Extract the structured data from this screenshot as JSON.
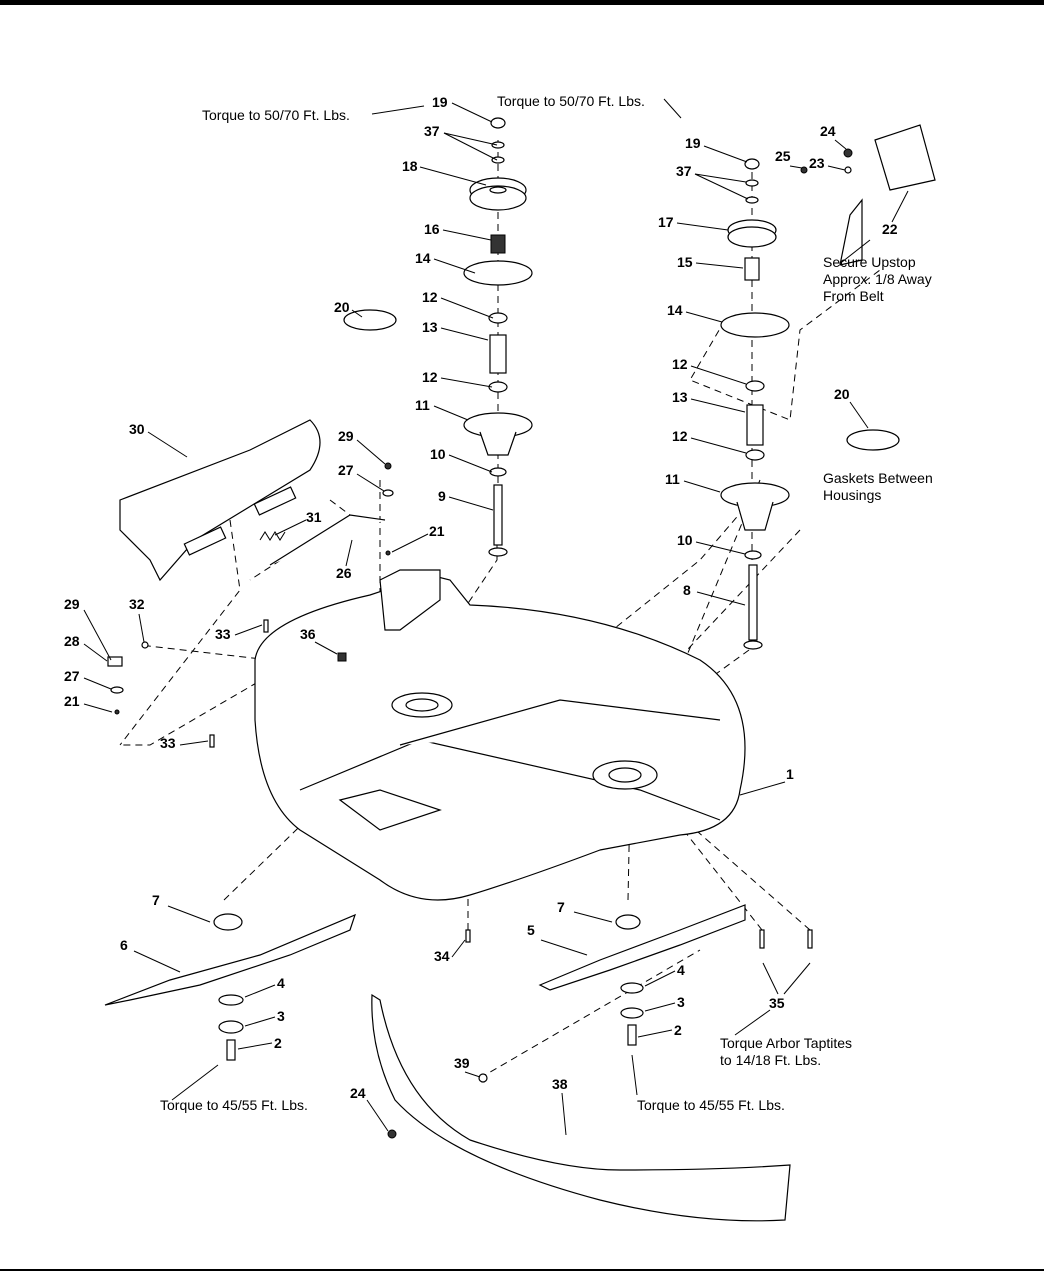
{
  "diagram": {
    "callouts": [
      {
        "label": "19"
      },
      {
        "label": "37"
      },
      {
        "label": "18"
      },
      {
        "label": "16"
      },
      {
        "label": "14"
      },
      {
        "label": "12"
      },
      {
        "label": "13"
      },
      {
        "label": "12"
      },
      {
        "label": "11"
      },
      {
        "label": "10"
      },
      {
        "label": "9"
      },
      {
        "label": "20"
      },
      {
        "label": "30"
      },
      {
        "label": "29"
      },
      {
        "label": "27"
      },
      {
        "label": "31"
      },
      {
        "label": "21"
      },
      {
        "label": "26"
      },
      {
        "label": "29"
      },
      {
        "label": "32"
      },
      {
        "label": "28"
      },
      {
        "label": "27"
      },
      {
        "label": "21"
      },
      {
        "label": "33"
      },
      {
        "label": "36"
      },
      {
        "label": "33"
      },
      {
        "label": "19"
      },
      {
        "label": "37"
      },
      {
        "label": "17"
      },
      {
        "label": "15"
      },
      {
        "label": "25"
      },
      {
        "label": "24"
      },
      {
        "label": "23"
      },
      {
        "label": "22"
      },
      {
        "label": "14"
      },
      {
        "label": "12"
      },
      {
        "label": "13"
      },
      {
        "label": "12"
      },
      {
        "label": "11"
      },
      {
        "label": "10"
      },
      {
        "label": "8"
      },
      {
        "label": "20"
      },
      {
        "label": "1"
      },
      {
        "label": "7"
      },
      {
        "label": "6"
      },
      {
        "label": "4"
      },
      {
        "label": "3"
      },
      {
        "label": "2"
      },
      {
        "label": "7"
      },
      {
        "label": "5"
      },
      {
        "label": "4"
      },
      {
        "label": "3"
      },
      {
        "label": "2"
      },
      {
        "label": "34"
      },
      {
        "label": "35"
      },
      {
        "label": "39"
      },
      {
        "label": "38"
      },
      {
        "label": "24"
      }
    ],
    "notes": [
      {
        "lines": [
          "Torque to 50/70 Ft. Lbs."
        ]
      },
      {
        "lines": [
          "Torque to 50/70 Ft. Lbs."
        ]
      },
      {
        "lines": [
          "Secure Upstop",
          "Approx. 1/8 Away",
          "From Belt"
        ]
      },
      {
        "lines": [
          "Gaskets Between",
          "Housings"
        ]
      },
      {
        "lines": [
          "Torque Arbor Taptites",
          "to 14/18 Ft. Lbs."
        ]
      },
      {
        "lines": [
          "Torque to 45/55 Ft. Lbs."
        ]
      },
      {
        "lines": [
          "Torque to 45/55 Ft. Lbs."
        ]
      }
    ]
  }
}
